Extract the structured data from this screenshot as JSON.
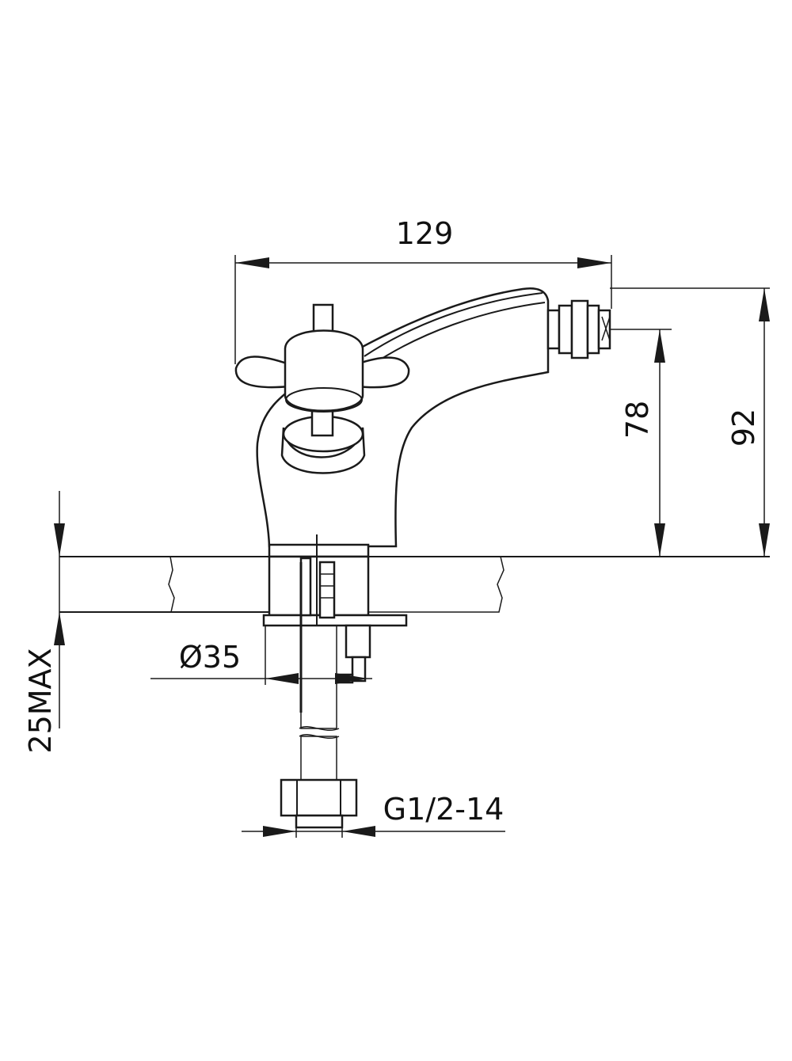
{
  "dimensions": {
    "width_overall": "129",
    "height_outlet": "78",
    "height_total": "92",
    "deck_thickness": "25MAX",
    "hole_diameter": "Ø35",
    "connection_thread": "G1/2-14"
  },
  "colors": {
    "line": "#1a1a1a",
    "background": "#ffffff"
  }
}
